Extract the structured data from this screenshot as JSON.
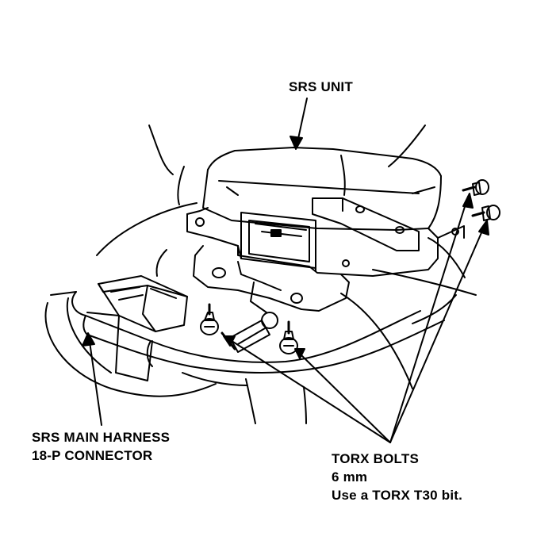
{
  "labels": {
    "srs_unit": "SRS UNIT",
    "harness_line1": "SRS MAIN HARNESS",
    "harness_line2": "18-P CONNECTOR",
    "torx_line1": "TORX BOLTS",
    "torx_line2": "6 mm",
    "torx_line3": "Use a TORX T30 bit."
  },
  "colors": {
    "ink": "#000000",
    "background": "#ffffff"
  }
}
